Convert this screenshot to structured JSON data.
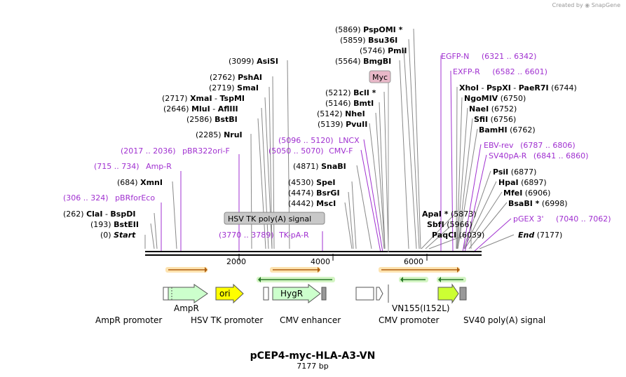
{
  "credit": {
    "prefix": "Created by",
    "brand": "SnapGene"
  },
  "plasmid": {
    "name": "pCEP4-myc-HLA-A3-VN",
    "size_label": "7177 bp"
  },
  "ruler": {
    "ticks": [
      "2000",
      "4000",
      "6000"
    ]
  },
  "sites": [
    {
      "pos": "(5869)",
      "name": "PspOMI *"
    },
    {
      "pos": "(5859)",
      "name": "Bsu36I"
    },
    {
      "pos": "(5746)",
      "name": "PmlI"
    },
    {
      "pos": "(5564)",
      "name": "BmgBI"
    },
    {
      "pos": "(3099)",
      "name": "AsiSI"
    },
    {
      "pos": "(2762)",
      "name": "PshAI"
    },
    {
      "pos": "(2719)",
      "name": "SmaI"
    },
    {
      "pos": "(2717)",
      "name": "XmaI",
      "name2": "TspMI"
    },
    {
      "pos": "(2646)",
      "name": "MluI",
      "name2": "AflIII"
    },
    {
      "pos": "(2586)",
      "name": "BstBI"
    },
    {
      "pos": "(2285)",
      "name": "NruI"
    },
    {
      "pos": "(5212)",
      "name": "BclI *"
    },
    {
      "pos": "(5146)",
      "name": "BmtI"
    },
    {
      "pos": "(5142)",
      "name": "NheI"
    },
    {
      "pos": "(5139)",
      "name": "PvuII"
    },
    {
      "pos": "(4871)",
      "name": "SnaBI"
    },
    {
      "pos": "(4530)",
      "name": "SpeI"
    },
    {
      "pos": "(4474)",
      "name": "BsrGI"
    },
    {
      "pos": "(4442)",
      "name": "MscI"
    },
    {
      "pos": "(684)",
      "name": "XmnI"
    },
    {
      "pos": "(262)",
      "name": "ClaI",
      "name2": "BspDI"
    },
    {
      "pos": "(193)",
      "name": "BstEII"
    },
    {
      "pos": "(0)",
      "name": "Start"
    },
    {
      "name": "XhoI",
      "name2": "PspXI",
      "name3": "PaeR7I",
      "pos": "(6744)"
    },
    {
      "name": "NgoMIV",
      "pos": "(6750)"
    },
    {
      "name": "NaeI",
      "pos": "(6752)"
    },
    {
      "name": "SfiI",
      "pos": "(6756)"
    },
    {
      "name": "BamHI",
      "pos": "(6762)"
    },
    {
      "name": "PsiI",
      "pos": "(6877)"
    },
    {
      "name": "HpaI",
      "pos": "(6897)"
    },
    {
      "name": "MfeI",
      "pos": "(6906)"
    },
    {
      "name": "BsaBI *",
      "pos": "(6998)"
    },
    {
      "name": "ApaI *",
      "pos": "(5873)"
    },
    {
      "name": "SbfI",
      "pos": "(5966)"
    },
    {
      "name": "PaqCI",
      "pos": "(6039)"
    },
    {
      "name": "End",
      "pos": "(7177)"
    }
  ],
  "primers": [
    {
      "name": "EGFP-N",
      "range": "(6321 .. 6342)"
    },
    {
      "name": "EXFP-R",
      "range": "(6582 .. 6601)"
    },
    {
      "name": "EBV-rev",
      "range": "(6787 .. 6806)"
    },
    {
      "name": "SV40pA-R",
      "range": "(6841 .. 6860)"
    },
    {
      "name": "pGEX 3'",
      "range": "(7040 .. 7062)"
    },
    {
      "name": "LNCX",
      "range": "(5096 .. 5120)"
    },
    {
      "name": "CMV-F",
      "range": "(5050 .. 5070)"
    },
    {
      "name": "pBR322ori-F",
      "range": "(2017 .. 2036)"
    },
    {
      "name": "Amp-R",
      "range": "(715 .. 734)"
    },
    {
      "name": "pBRforEco",
      "range": "(306 .. 324)"
    },
    {
      "name": "TK-pA-R",
      "range": "(3770 .. 3789)"
    }
  ],
  "boxed_labels": {
    "myc": "Myc",
    "hsv": "HSV TK poly(A) signal"
  },
  "features": {
    "ampr": "AmpR",
    "ori": "ori",
    "hygr": "HygR",
    "vn": "VN155(I152L)",
    "ampr_promoter": "AmpR promoter",
    "hsv_promoter": "HSV TK promoter",
    "cmv_enhancer": "CMV enhancer",
    "cmv_promoter": "CMV promoter",
    "sv40": "SV40 poly(A) signal"
  },
  "colors": {
    "enzyme": "#000000",
    "primer": "#a030d0",
    "ampr": "#ccffcc",
    "ori": "#ffff00",
    "hygr": "#ccffcc",
    "orange_arrow": "#f5a623",
    "green_arrow": "#7ed957"
  }
}
